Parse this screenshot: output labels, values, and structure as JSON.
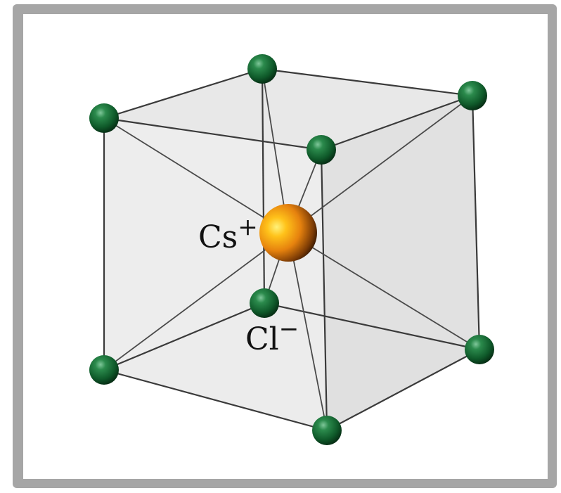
{
  "cation": {
    "label": "Cs",
    "charge": "+",
    "color": "#e6820e"
  },
  "anion": {
    "label": "Cl",
    "charge": "−",
    "color": "#0f5a2a"
  },
  "lattice": {
    "structure": "cubic unit cell",
    "corner_atoms": 8,
    "center_atoms": 1,
    "face_color": "#e3e3e3",
    "edge_color": "#3a3a3a"
  }
}
